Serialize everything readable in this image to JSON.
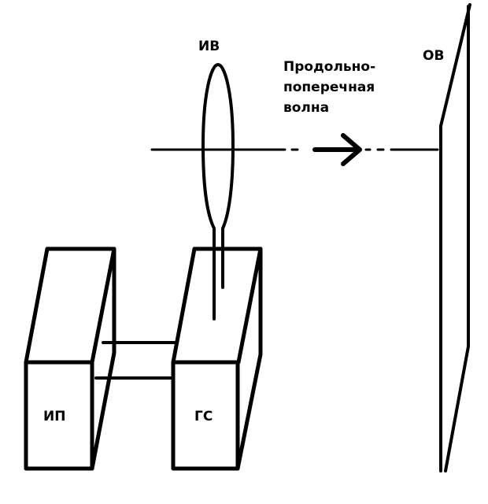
{
  "labels": {
    "emitter": "ИВ",
    "object": "ОВ",
    "wave_line1": "Продольно-",
    "wave_line2": "поперечная",
    "wave_line3": "волна",
    "power_source": "ИП",
    "generator": "ГС"
  },
  "colors": {
    "stroke": "#000000",
    "background": "#ffffff"
  }
}
